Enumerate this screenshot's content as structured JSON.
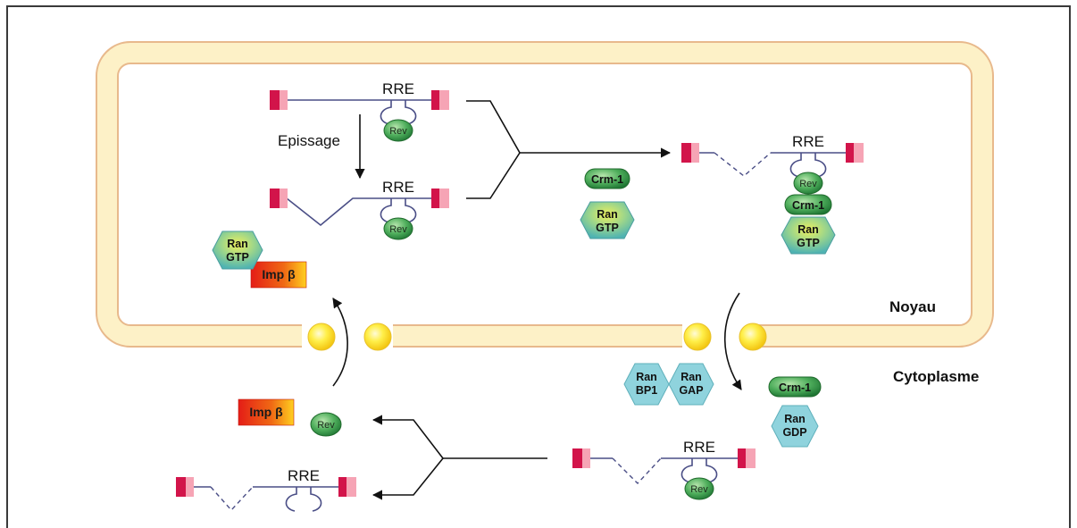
{
  "labels": {
    "nucleus": "Noyau",
    "cytoplasm": "Cytoplasme",
    "splicing": "Epissage",
    "rre": "RRE"
  },
  "proteins": {
    "rev": "Rev",
    "crm1": "Crm-1",
    "ran": "Ran",
    "gtp": "GTP",
    "gdp": "GDP",
    "bp1": "BP1",
    "gap": "GAP",
    "imp": "Imp β"
  },
  "colors": {
    "border": "#3a3a3a",
    "membrane_fill": "#fdf1c7",
    "membrane_outline": "#e8b98c",
    "pore": "#ffe534",
    "rna_line": "#4a4e86",
    "exon_dark": "#d2144a",
    "exon_light": "#f6a4b5",
    "rev_green": "#2f8b45",
    "ran_teal": "#5fbcb8",
    "ran_yellow": "#e9ec5a",
    "ranbp_blue": "#8fd3dd",
    "imp_red": "#e51b17",
    "imp_yellow": "#ffd21f"
  }
}
